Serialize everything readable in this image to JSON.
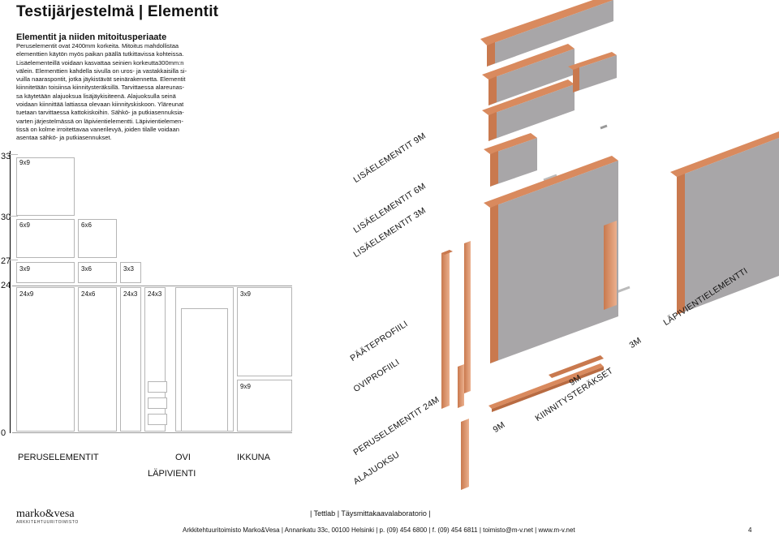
{
  "header": {
    "title": "Testijärjestelmä | Elementit"
  },
  "intro": {
    "subtitle": "Elementit ja niiden mitoitusperiaate",
    "text": "Peruselementit ovat 2400mm korkeita. Mitoitus mahdollistaa\nelementtien käytön myös paikan päällä tutkittavissa kohteissa.\nLisäelementeillä voidaan kasvattaa seinien korkeutta300mm:n\nvälein. Elementtien kahdella sivulla on uros- ja vastakkaisilla si-\nvuilla naaraspontit, jotka jäykistävät seinärakennetta. Elementit\nkiinnitetään toisiinsa kiinnitysteräksillä. Tarvittaessa alareunas-\nsa käytetään alajuoksua lisäjäykisiteenä. Alajuoksulla seinä\nvoidaan kiinnittää lattiassa olevaan kiinnityskiskoon. Yläreunat\ntuetaan tarvittaessa kattokiskoihin. Sähkö- ja putkiasennuksia-\nvarten järjestelmässä on läpivientielementti. Läpivientielemen-\ntissä on kolme irroitettavaa vanerilevyä, joiden tilalle voidaan\nasentaa sähkö- ja putkiasennukset."
  },
  "height_scale": {
    "labels": [
      "33",
      "30",
      "27",
      "24",
      "0"
    ]
  },
  "panels": {
    "p9x9_top": "9x9",
    "p6x9": "6x9",
    "p6x6": "6x6",
    "p3x9": "3x9",
    "p3x6": "3x6",
    "p3x3": "3x3",
    "p24x9": "24x9",
    "p24x6": "24x6",
    "p24x3a": "24x3",
    "p24x3b": "24x3",
    "p3x9_right": "3x9",
    "p9x9_right": "9x9"
  },
  "categories": {
    "peruselementit": "PERUSELEMENTIT",
    "ovi": "OVI",
    "ikkuna": "IKKUNA",
    "lapivienti": "LÄPIVIENTI"
  },
  "isometric_labels": {
    "lisa9": "LISÄELEMENTIT 9M",
    "lisa6": "LISÄELEMENTIT 6M",
    "lisa3": "LISÄELEMENTIT 3M",
    "paate": "PÄÄTEPROFIILI",
    "ovi": "OVIPROFIILI",
    "perus24": "PERUSELEMENTIT 24M",
    "alajuoksu": "ALAJUOKSU",
    "lapivienti": "LÄPIVIENTIELEMENTTI",
    "m3": "3M",
    "m9a": "9M",
    "m9b": "9M",
    "kiinnitys": "KIINNITYSTERÄKSET"
  },
  "footer": {
    "logo_name": "marko&vesa",
    "logo_sub": "ARKKITEHTUURITOIMISTO",
    "lab": "| Tettlab | Täysmittakaavalaboratorio |",
    "address": "Arkkitehtuuritoimisto Marko&Vesa | Annankatu 33c, 00100 Helsinki | p. (09) 454 6800 | f. (09) 454 6811 | toimisto@m-v.net | www.m-v.net",
    "page": "4"
  },
  "colors": {
    "panel_grey": "#a8a6a8",
    "panel_grey_dark": "#8d8b8d",
    "wood_orange": "#d98a5e",
    "wood_light": "#ebb08e"
  }
}
